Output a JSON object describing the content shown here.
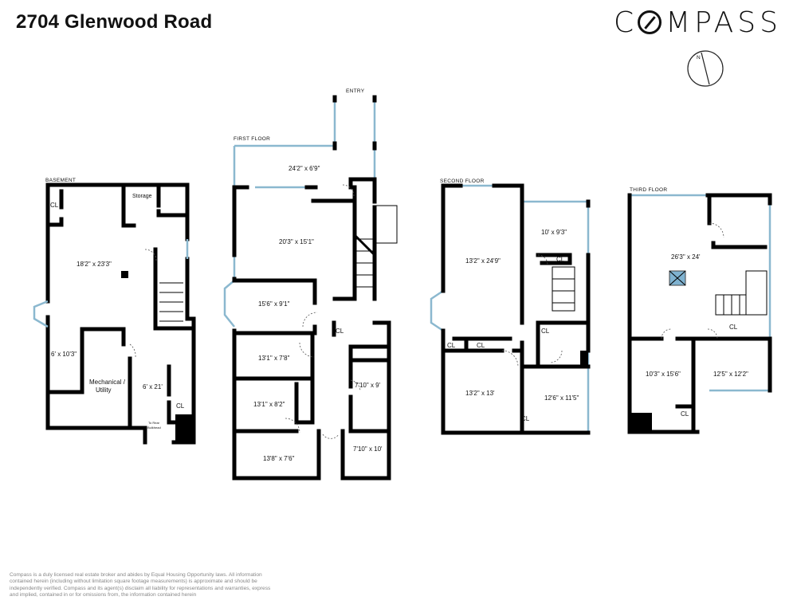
{
  "header": {
    "title": "2704 Glenwood Road",
    "logo": "COMPASS"
  },
  "colors": {
    "wall": "#000000",
    "window": "#8bb8cf",
    "skylight": "#7fb2d0"
  },
  "floors": {
    "basement": {
      "label": "BASEMENT",
      "rooms": [
        "18'2\" x 23'3\"",
        "6' x 10'3\"",
        "Mechanical /",
        "Utility",
        "6' x 21'",
        "Storage",
        "CL",
        "CL",
        "To Rear",
        "Bulkhead"
      ]
    },
    "first": {
      "label": "FIRST FLOOR",
      "entry": "ENTRY",
      "rooms": [
        "24'2\" x 6'9\"",
        "20'3\" x 15'1\"",
        "15'6\" x 9'1\"",
        "13'1\" x 7'8\"",
        "13'1\" x 8'2\"",
        "13'8\" x 7'6\"",
        "7'10\" x 9'",
        "7'10\" x 10'",
        "CL"
      ]
    },
    "second": {
      "label": "SECOND FLOOR",
      "rooms": [
        "13'2\" x 24'9\"",
        "10' x 9'3\"",
        "13'2\" x 13'",
        "12'6\" x 11'5\"",
        "CL",
        "CL",
        "CL",
        "CL",
        "CL"
      ]
    },
    "third": {
      "label": "THIRD FLOOR",
      "rooms": [
        "26'3\" x 24'",
        "10'3\" x 15'6\"",
        "12'5\" x 12'2\"",
        "CL",
        "CL"
      ]
    }
  },
  "disclaimer": "Compass is a duly licensed real estate broker and abides by Equal Housing Opportunity laws. All information contained herein (including without limitation square footage measurements) is approximate and should be independently verified. Compass and its agent(s) disclaim all liability for representations and warranties, express and implied, contained in or for omissions from, the information contained herein"
}
